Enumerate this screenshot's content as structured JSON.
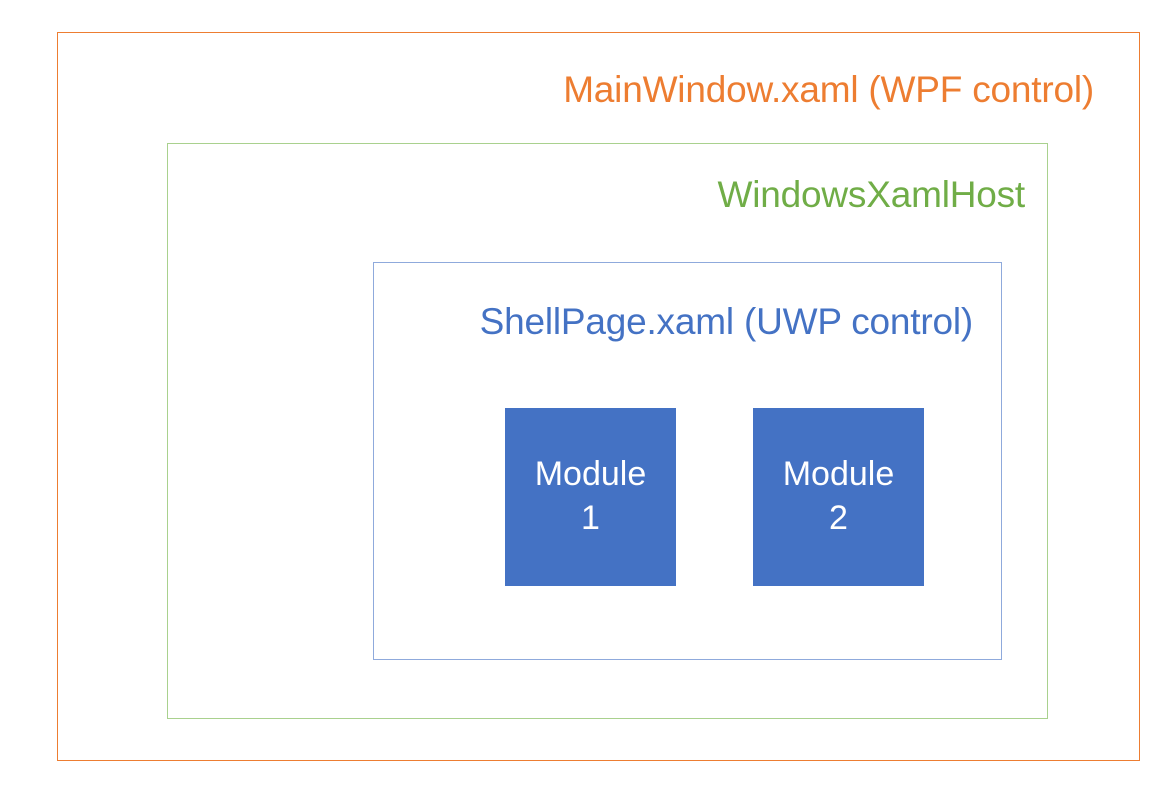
{
  "diagram": {
    "type": "nested-layer-diagram",
    "background_color": "#FFFFFF",
    "layers": [
      {
        "id": "mainwindow",
        "label": "MainWindow.xaml (WPF control)",
        "border_color": "#ED7D31",
        "text_color": "#ED7D31",
        "fill": "none"
      },
      {
        "id": "windowsxamlhost",
        "label": "WindowsXamlHost",
        "border_color": "#A9D18E",
        "text_color": "#70AD47",
        "fill": "none"
      },
      {
        "id": "shellpage",
        "label": "ShellPage.xaml (UWP control)",
        "border_color": "#8FAADC",
        "text_color": "#4472C4",
        "fill": "none"
      }
    ],
    "modules": [
      {
        "id": "module-1",
        "title": "Module",
        "index": "1",
        "fill_color": "#4472C4",
        "text_color": "#FFFFFF"
      },
      {
        "id": "module-2",
        "title": "Module",
        "index": "2",
        "fill_color": "#4472C4",
        "text_color": "#FFFFFF"
      }
    ]
  }
}
